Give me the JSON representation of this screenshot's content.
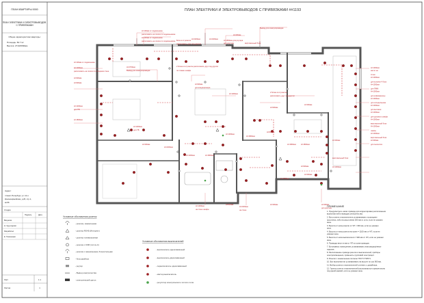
{
  "title": "ПЛАН ЭЛЕКТРИКИ И ЭЛЕКТРОВЫВОДОВ С ПРИВЯЗКАМИ ##1193",
  "sidebar": {
    "project": "ПЛАН КВАРТИРЫ 0000",
    "sheet_name": "ПЛАН ЭЛЕКТРИКИ И ЭЛЕКТРОВЫВОДОВ С ПРИВЯЗКАМИ",
    "specs_title": "Общие характеристики квартиры:",
    "area": "Площадь: 82.7 м²",
    "height": "Высота: 2710/2660мм",
    "address_label": "Адрес:",
    "address_lines": [
      "г.Санкт-Петербург, ул. 12-я",
      "Красноармейская, д.26, стр.1,",
      "кв.56"
    ],
    "stage": "Стадия",
    "sign": "Подпись",
    "date": "Дата",
    "roles": [
      "Визуализ.",
      "Н. Худ.отделки",
      "Разработал",
      "Е. Тимошенко"
    ],
    "sheet_label": "Лист",
    "sheet_value": "1.1",
    "sheets_label": "Листов",
    "sheets_value": "1"
  },
  "plan_labels": [
    "Н=100мм от подоконника",
    "расположить на откосе по подоконником",
    "Н=100мм от подоконника",
    "расположить на откосе по подоконником",
    "Блок из 2 розеток",
    "расположить друг под другом",
    "Н=2200мм",
    "Н=2200мм",
    "Вывод для электропроводки",
    "Н=400мм",
    "Н=1650мм для роутера",
    "вертикальный блок",
    "для роутера",
    "Н=100мм от подоконника",
    "Н=1000мм",
    "расположить на откосе по соседним стене",
    "Н=900мм",
    "Н=900мм",
    "2 блока из 2 розеток расположить друг под другом",
    "по планке шкафа",
    "Н=2700мм",
    "Вывод для электропроводки",
    "Н=1300мм",
    "для ТВ",
    "Н=1800мм",
    "Н=900мм",
    "для кондиционера",
    "2 блока из 2 розеток",
    "расположить друг под другом",
    "Н=1000мм",
    "Н=900мм",
    "Н=300мм",
    "Н=800мм",
    "Н=1300мм",
    "для ТВ",
    "Н=1000мм",
    "Н=1800мм",
    "Н=1800мм",
    "Н=1800мм",
    "Н=300мм",
    "Н=2200мм",
    "Н=1000мм",
    "Н=1800мм",
    "Н=900мм",
    "Н=300мм",
    "Н=300мм",
    "Н=1000мм",
    "вертикальный блок",
    "Н=1000мм"
  ],
  "right_labels": [
    "Н=1000мм",
    "место на",
    "стене",
    "Н=1000мм",
    "для колонки 4 блок",
    "Н=1000мм",
    "для ПММ",
    "Н=1000мм",
    "для кофемашины",
    "Н=1000мм",
    "для холодильника",
    "Н=1000мм",
    "для вытяжки",
    "Н=1000мм",
    "для духового шкафа",
    "Н=1000мм",
    "вертикальный блок",
    "Н=1000мм",
    "лампы",
    "Н=1000мм",
    "вертикальный блок",
    "Н=300мм",
    "для пылесоса"
  ],
  "bottom_labels": [
    "Н=1000мм",
    "на стене шкафа",
    "Н=800мм",
    "Н=2200мм",
    "на стене",
    "Н=300мм",
    "Н=300мм",
    "для роутера"
  ],
  "legend_sockets": {
    "title": "Условные обозначения розеток",
    "items": [
      "- розетка, заземленная",
      "- розетка RG45 (Интернет)",
      "- розетка телевизионная",
      "- розетка с USB (тип А+С)",
      "- розетка с заземлением, блокостальная",
      "- блок двойных",
      "- роутер",
      "- Вывод электричества",
      "- электрический щиток"
    ]
  },
  "legend_switches": {
    "title": "Условные обозначения выключателей",
    "items": [
      "- выключатель одноклавишный",
      "- выключатель двухклавишный",
      "- переключатель одноклавишный",
      "- мастер-выключатель",
      "- регулятор электрического теплого пола"
    ]
  },
  "notes": {
    "title": "ПРИМЕЧАНИЕ",
    "items": [
      "1. Предусмотреть запас провода для корректировки расположения выключателей и выводов электричества.",
      "2. Все розетки и выключатели устанавливать посередине простенка, либо на расстоянии 250 мм от угла, если не указано иное.",
      "3. Высота от низа розетки от ЧП = 300 мм, если не указано иное.",
      "4. Высота от низа розеток на кухне = 1100 мм от ЧП, если не указано иное.",
      "5. Высота от низа выключателя = 900 мм от ЧП, если не указано иное.",
      "6. Проводку вести в мм от ЧП по осям проводов.",
      "7. Во влажных помещениях устанавливать влагозащищённые изделия.",
      "8. Расположение провода розеток и выключателей, приборы электроосвещения, применить групповой электрощит.",
      "9. Розетки с заземлением согласно ГОСТ Р 50571.",
      "10. Все выключатели устанавливать на высоте по оси 900 мм.",
      "11. Выбор розеток и выключателей уточнить у дизайнера.",
      "12. Группы розеток и выключателей располагаются горизонтально под одной рамкой, если не указано иное."
    ]
  },
  "colors": {
    "wall": "#555555",
    "socket_line": "#d0343a",
    "label": "#c0252b",
    "guide": "#e67e84",
    "switch": "#9b1d20",
    "accent_green": "#4aa34a"
  }
}
